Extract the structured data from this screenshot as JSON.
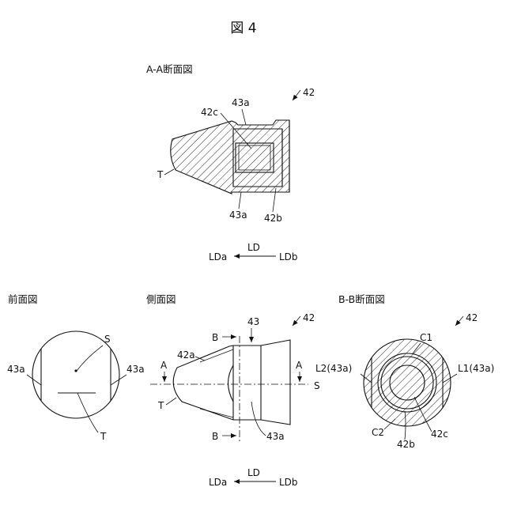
{
  "figure": {
    "title": "図 4",
    "part_number": "42"
  },
  "section_aa": {
    "caption": "A-A断面図",
    "labels": {
      "c42c": "42c",
      "a43a_top": "43a",
      "a43a_bottom": "43a",
      "b42b": "42b",
      "t": "T"
    },
    "direction": {
      "ld": "LD",
      "lda": "LDa",
      "ldb": "LDb"
    }
  },
  "front_view": {
    "caption": "前面図",
    "labels": {
      "s": "S",
      "t": "T",
      "a43a_left": "43a",
      "a43a_right": "43a"
    }
  },
  "side_view": {
    "caption": "側面図",
    "labels": {
      "n43": "43",
      "a42a": "42a",
      "a43a": "43a",
      "b_top": "B",
      "b_bottom": "B",
      "a_left": "A",
      "a_right": "A",
      "s": "S",
      "t": "T"
    },
    "direction": {
      "ld": "LD",
      "lda": "LDa",
      "ldb": "LDb"
    }
  },
  "section_bb": {
    "caption": "B-B断面図",
    "labels": {
      "c1": "C1",
      "c2": "C2",
      "l2": "L2(43a)",
      "l1": "L1(43a)",
      "b42b": "42b",
      "c42c": "42c"
    }
  }
}
